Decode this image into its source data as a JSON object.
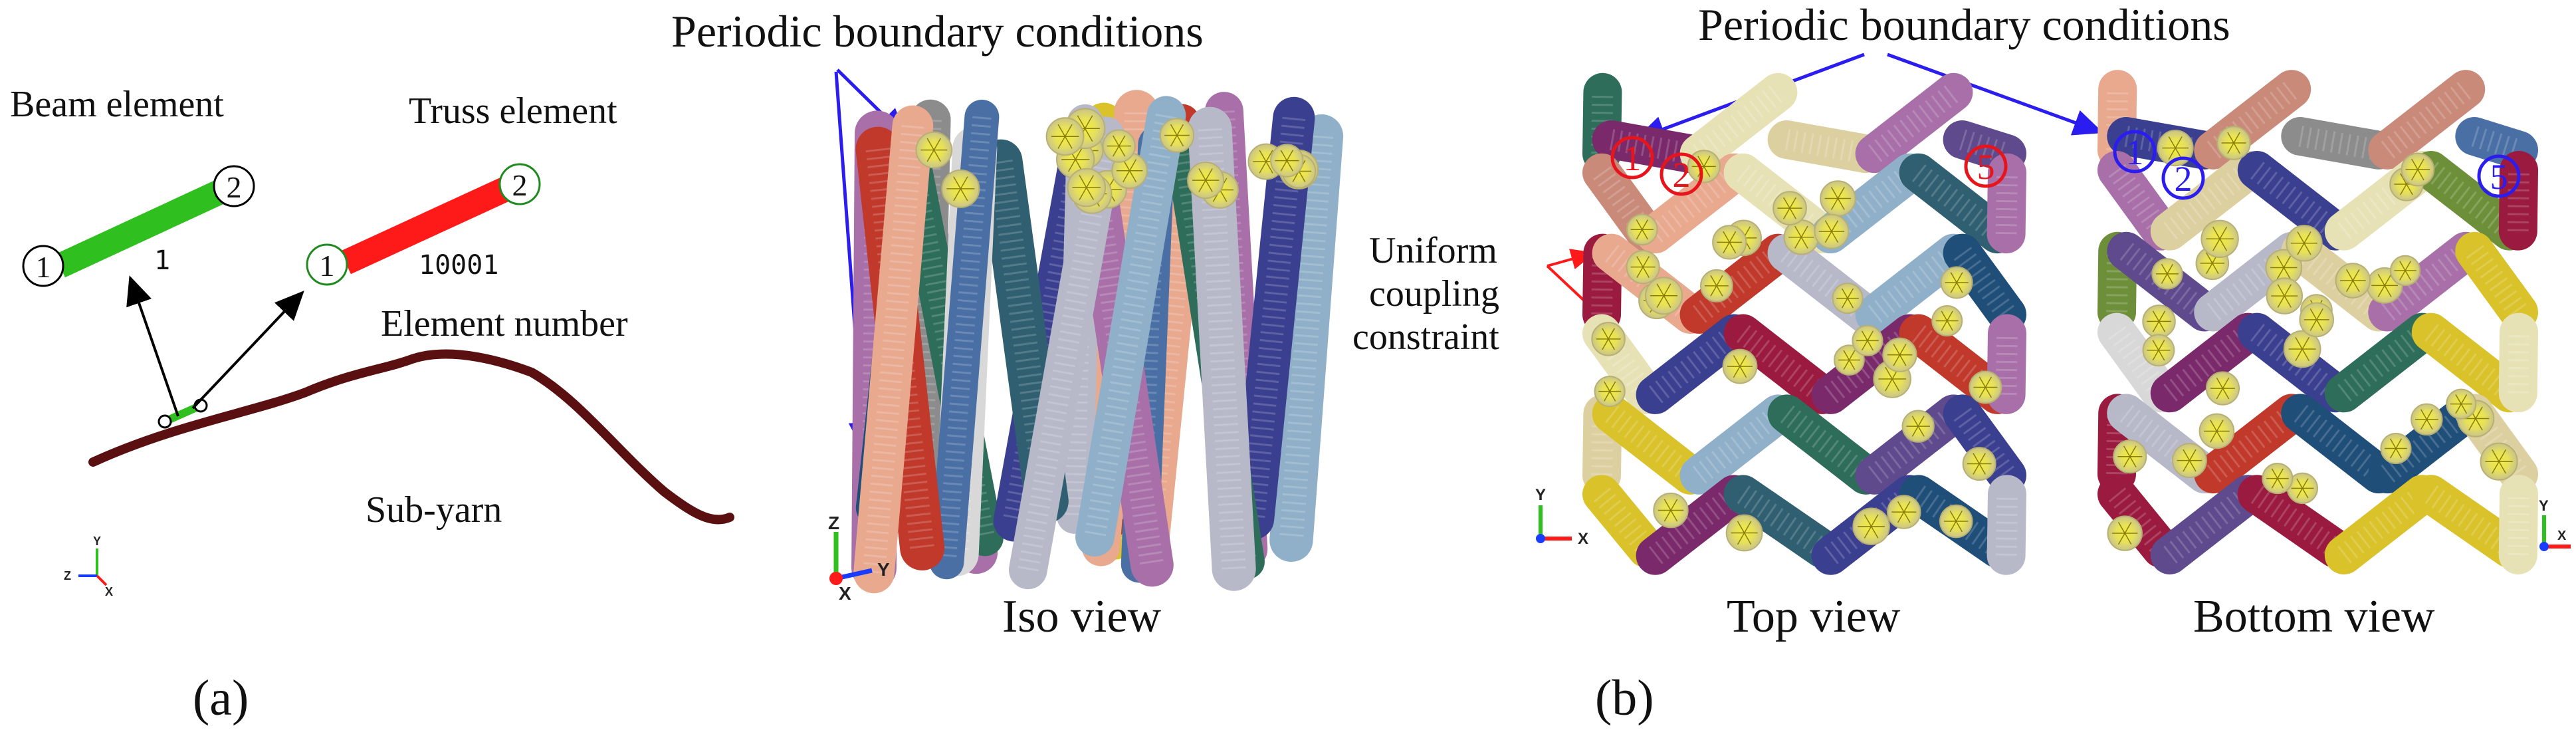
{
  "panel_a": {
    "beam_label": "Beam element",
    "truss_label": "Truss element",
    "element_number_label": "Element number",
    "subyarn_label": "Sub-yarn",
    "beam_number": "1",
    "truss_number": "10001",
    "node_1": "1",
    "node_2": "2",
    "axis_y": "Y",
    "axis_z": "Z",
    "axis_x": "X",
    "caption": "(a)",
    "colors": {
      "beam": "#2fbf1f",
      "truss": "#ff1a1a",
      "subyarn": "#5a0f10",
      "arrow": "#000000"
    }
  },
  "panel_b": {
    "pbc_label_iso": "Periodic boundary conditions",
    "pbc_label_top": "Periodic boundary conditions",
    "uniform_line1": "Uniform",
    "uniform_line2": "coupling",
    "uniform_line3": "constraint",
    "iso_view": "Iso view",
    "top_view": "Top view",
    "bottom_view": "Bottom view",
    "top_marker_1": "1",
    "top_marker_2": "2",
    "top_marker_5": "5",
    "bottom_marker_1": "1",
    "bottom_marker_2": "2",
    "bottom_marker_5": "5",
    "iso_axis_z": "Z",
    "iso_axis_y": "Y",
    "iso_axis_x": "X",
    "top_axis_y": "Y",
    "top_axis_x": "X",
    "bottom_axis_y": "Y",
    "bottom_axis_x": "X",
    "caption": "(b)",
    "colors": {
      "arrow_blue": "#2b1cf0",
      "arrow_red": "#ff1a1a",
      "marker_red": "#e8141c",
      "marker_blue": "#2b1cf0"
    }
  }
}
